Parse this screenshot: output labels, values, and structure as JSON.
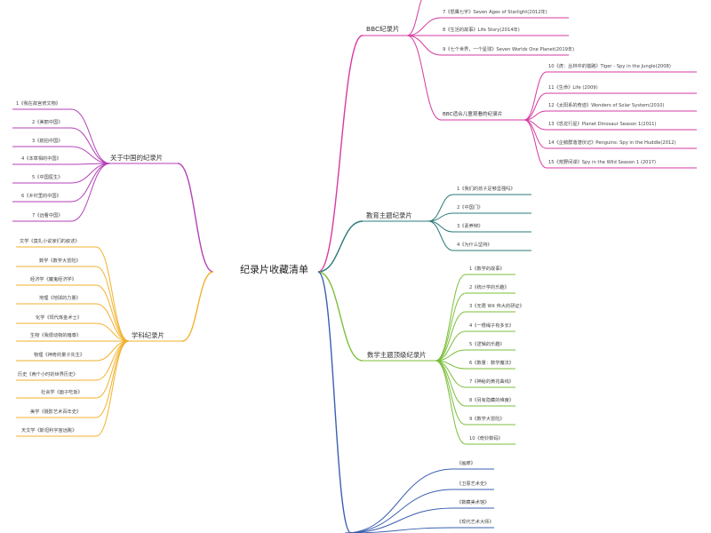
{
  "central": "纪录片收藏清单",
  "colors": {
    "bbc": "#d63aa0",
    "china": "#b441b8",
    "subject": "#f2b22e",
    "education": "#2e7a7a",
    "math": "#7bbf3a",
    "art": "#3b5fb0"
  },
  "bbc": {
    "label": "BBC纪录片",
    "items": [
      "7《怒鹰七宇》Seven Ages of Starlight(2012年)",
      "8《生活的故事》Life Story(2014年)",
      "9《七个世界，一个星球》Seven Worlds One Planet(2019年)"
    ],
    "kids": {
      "label": "BBC适合儿童观看的纪录片",
      "items": [
        "10《虎：丛林中的猎路》Tiger - Spy in the Jungle(2008)",
        "11《生命》Life (2009)",
        "12《太阳系的奇迹》Wonders of Solar System(2010)",
        "13《恐龙行星》Planet Dinosaur Season 1(2011)",
        "14《企鹅群落潜伏记》Penguins: Spy in the Huddle(2012)",
        "15《荒野间谍》Spy in the Wild Season 1 (2017)"
      ]
    }
  },
  "china": {
    "label": "关于中国的纪录片",
    "items": [
      "1《我在故宫修文物》",
      "2《美丽中国》",
      "3《航拍中国》",
      "4《本草相的中国》",
      "5《中国医生》",
      "6《乡村里的中国》",
      "7《远看中国》"
    ]
  },
  "subject": {
    "label": "学科纪录片",
    "items": [
      "文学《莫扎小说家们的叙述》",
      "数学《数学大冒险》",
      "经济学《魔鬼经济学》",
      "地理《地球的力量》",
      "化学《现代炼金术士》",
      "生物《我很动物的暗泰》",
      "物理《神奇的量子先生》",
      "历史《两个小时的世界历史》",
      "社会学《面子吃饭》",
      "美学《摄影艺术百年史》",
      "天文学《斯坦利宇宙远眺》"
    ]
  },
  "education": {
    "label": "教育主题纪录片",
    "items": [
      "1《我们的孩子足够坚强吗》",
      "2《中国门》",
      "3《素养辩》",
      "4《为什么坚持》"
    ]
  },
  "math": {
    "label": "数学主题顶级纪录片",
    "items": [
      "1《数学的故事》",
      "2《统计学的乐趣》",
      "3《无限 Wit 伟大的研证》",
      "4《一根绳子有多长》",
      "5《逻辑的乐趣》",
      "6《数量：数学魔法》",
      "7《神秘的黄花曲线》",
      "8《另有隐藏的维度》",
      "9《数学大冒险》",
      "10《奇妙数码》"
    ]
  },
  "art": {
    "items": [
      "《画廊》",
      "《卫恩艺术史》",
      "《数藏美术馆》",
      "《现代艺术大师》"
    ]
  }
}
